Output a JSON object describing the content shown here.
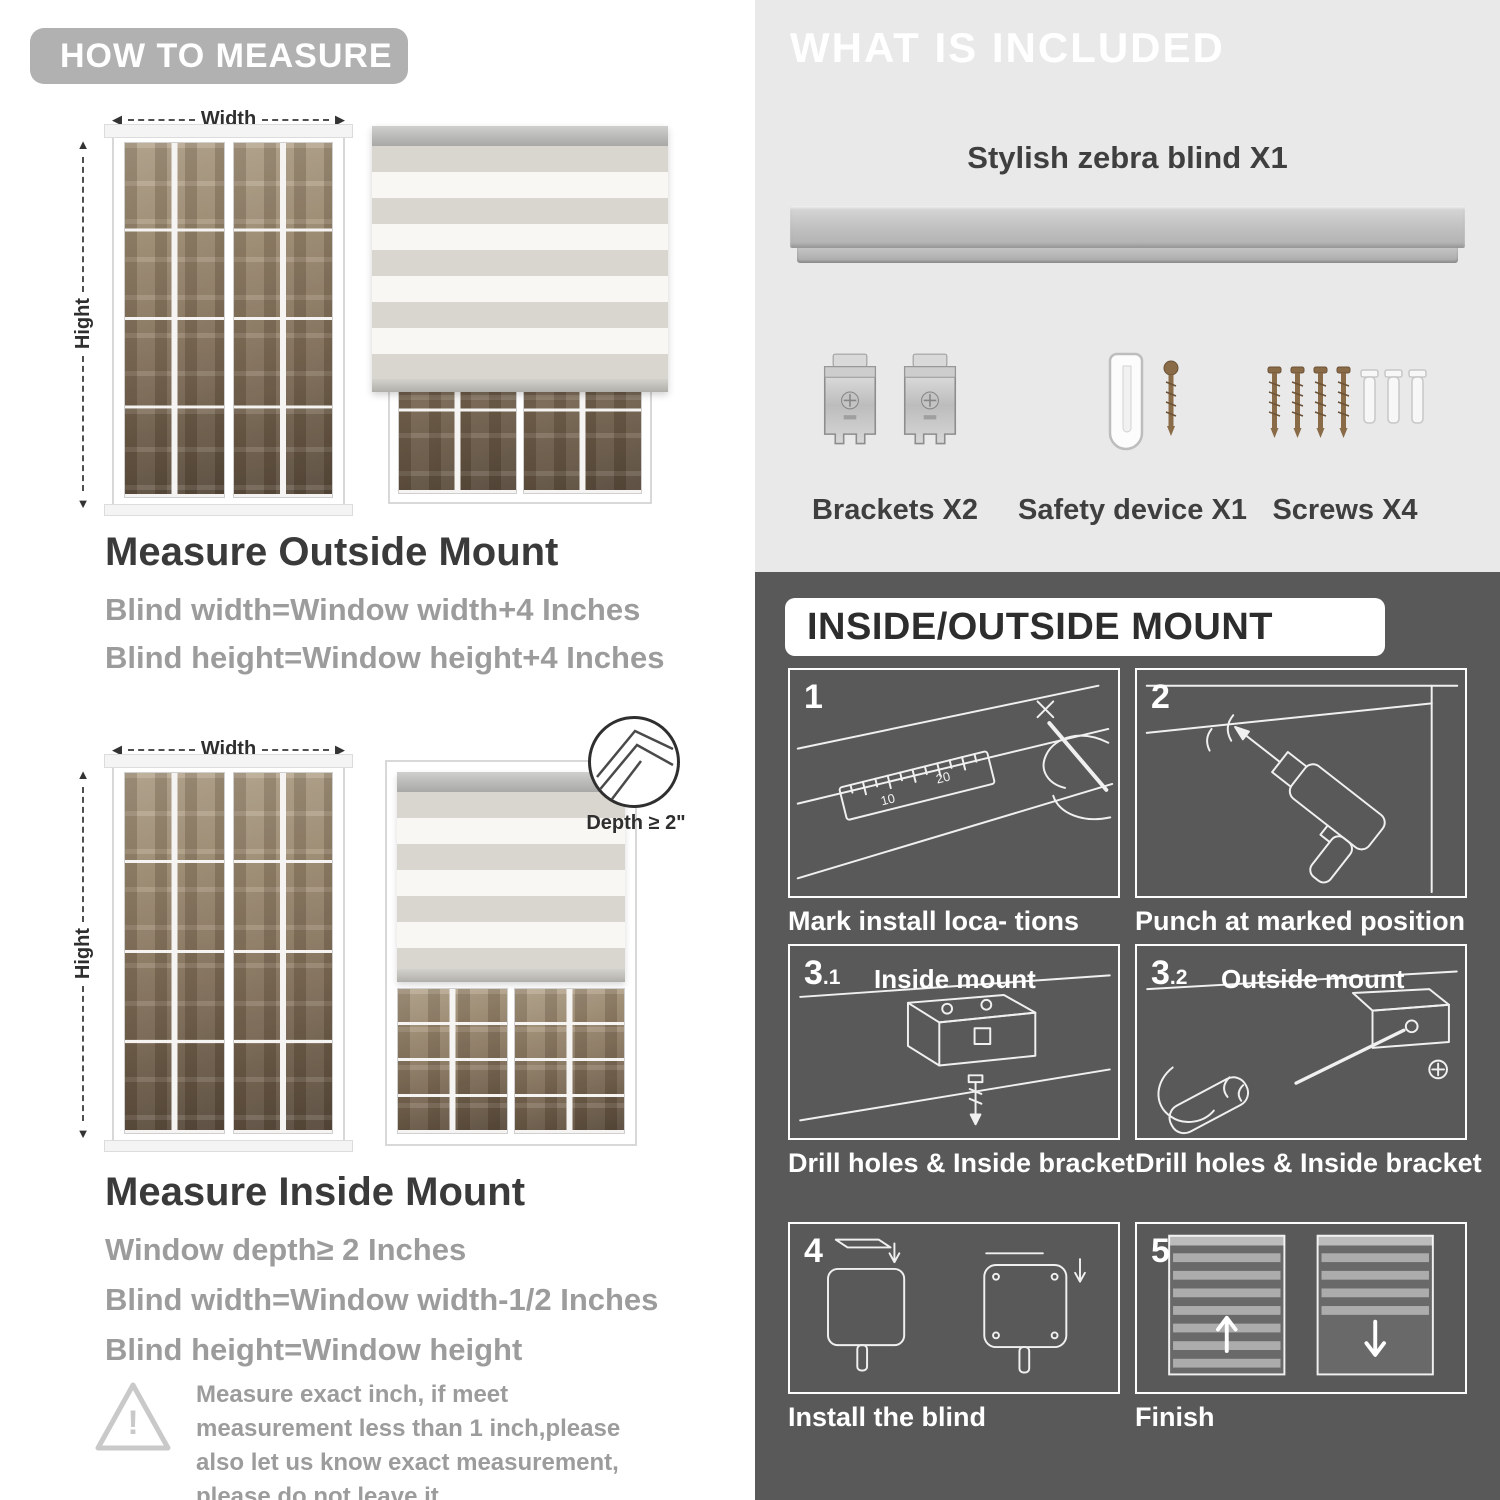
{
  "left": {
    "header": "HOW TO MEASURE",
    "outside": {
      "width_label": "Width",
      "height_label": "Hight",
      "heading": "Measure Outside Mount",
      "rule1": "Blind width=Window width+4 Inches",
      "rule2": "Blind height=Window height+4 Inches"
    },
    "inside": {
      "width_label": "Width",
      "height_label": "Hight",
      "depth_label": "Depth ≥ 2\"",
      "heading": "Measure Inside Mount",
      "rule1": "Window depth≥ 2 Inches",
      "rule2": "Blind width=Window width-1/2 Inches",
      "rule3": "Blind height=Window height"
    },
    "warning": {
      "mark": "!",
      "text": "Measure exact inch, if meet measurement less than 1 inch,please also let us know exact measurement, please do not leave it"
    }
  },
  "right": {
    "included": {
      "header": "WHAT IS INCLUDED",
      "blind_label": "Stylish zebra blind X1",
      "items": [
        {
          "label": "Brackets X2"
        },
        {
          "label": "Safety device X1"
        },
        {
          "label": "Screws X4"
        }
      ]
    },
    "mount": {
      "header": "INSIDE/OUTSIDE MOUNT",
      "steps": [
        {
          "num": "1",
          "sub": "",
          "title": "",
          "caption": "Mark install loca- tions",
          "ruler_marks": [
            "10",
            "20"
          ]
        },
        {
          "num": "2",
          "sub": "",
          "title": "",
          "caption": "Punch at  marked position"
        },
        {
          "num": "3",
          "sub": ".1",
          "title": "Inside mount",
          "caption": "Drill holes &  Inside bracket"
        },
        {
          "num": "3",
          "sub": ".2",
          "title": "Outside mount",
          "caption": "Drill holes &  Inside bracket"
        },
        {
          "num": "4",
          "sub": "",
          "title": "",
          "caption": "Install the blind"
        },
        {
          "num": "5",
          "sub": "",
          "title": "",
          "caption": "Finish"
        }
      ]
    }
  }
}
